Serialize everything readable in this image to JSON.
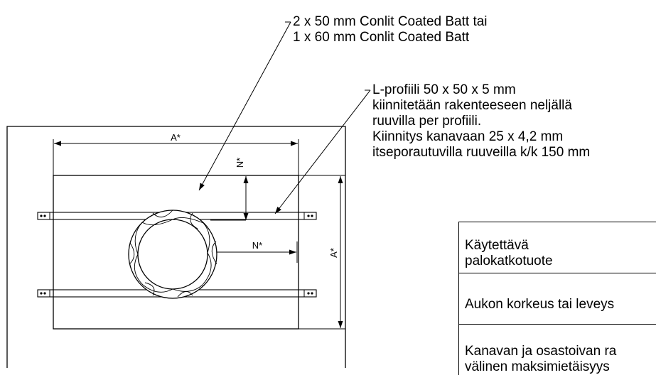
{
  "callouts": {
    "batt": {
      "line1": "2 x 50 mm Conlit Coated Batt tai",
      "line2": "1 x 60 mm Conlit Coated Batt"
    },
    "profile": {
      "line1": "L-profiili 50 x 50 x 5 mm",
      "line2": "kiinnitetään rakenteeseen neljällä",
      "line3": "ruuvilla per profiili.",
      "line4": "Kiinnitys kanavaan 25 x 4,2 mm",
      "line5": "itseporautuvilla ruuveilla k/k 150 mm"
    }
  },
  "dimensions": {
    "width_label": "A*",
    "height_label": "A*",
    "vertical_n_label": "N*",
    "horizontal_n_label": "N*"
  },
  "table": {
    "row1_line1": "Käytettävä",
    "row1_line2": "palokatkotuote",
    "row2": "Aukon korkeus tai leveys",
    "row3_line1": "Kanavan ja osastoivan ra",
    "row3_line2": "välinen maksimietäisyys"
  }
}
